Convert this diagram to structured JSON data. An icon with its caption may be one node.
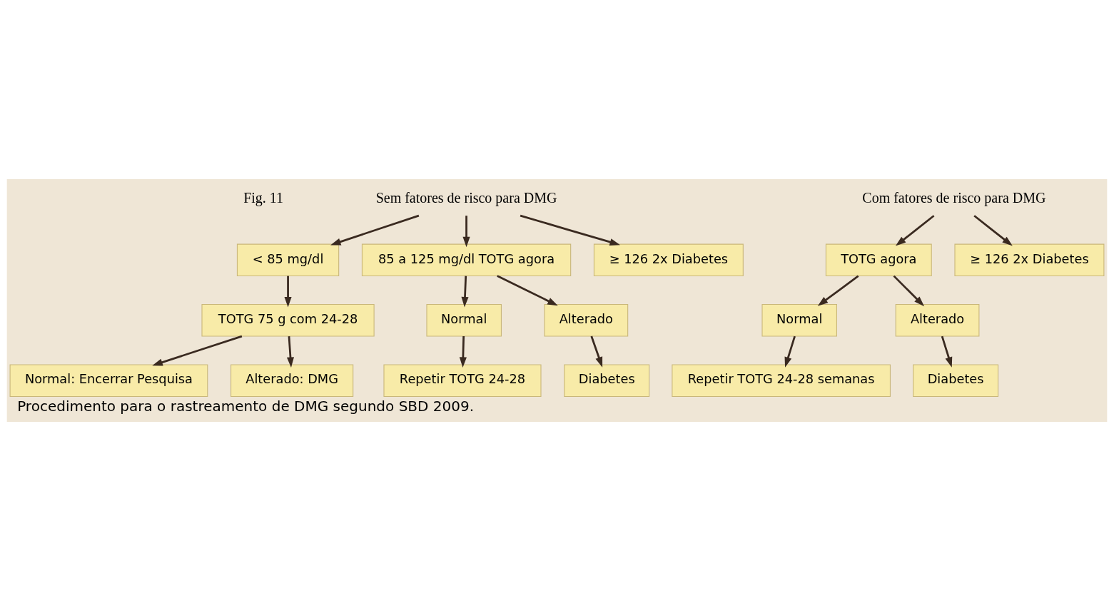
{
  "diagram": {
    "caption": "Procedimento para o rastreamento de DMG segundo SBD 2009.",
    "nodes": [
      {
        "text": [
          "Sem fatores de risco para DMG"
        ]
      },
      {
        "text": [
          "< 85 mg/dl"
        ]
      },
      {
        "text": [
          "85 a 125 mg/dl TOTG agora"
        ]
      },
      {
        "text": [
          "≥ 126 2x Diabetes"
        ]
      },
      {
        "text": [
          "TOTG 75 g com 24-28"
        ]
      },
      {
        "text": [
          "Normal"
        ]
      },
      {
        "text": [
          "Alterado"
        ]
      },
      {
        "text": [
          "Normal: Encerrar Pesquisa"
        ]
      },
      {
        "text": [
          "Alterado: DMG"
        ]
      },
      {
        "text": [
          "Repetir TOTG 24-28"
        ]
      },
      {
        "text": [
          "Diabetes"
        ]
      },
      {
        "text": [
          "Com fatores de risco para DMG"
        ]
      },
      {
        "text": [
          "TOTG agora"
        ]
      },
      {
        "text": [
          "≥ 126 2x Diabetes"
        ]
      },
      {
        "text": [
          "Normal"
        ]
      },
      {
        "text": [
          "Alterado"
        ]
      },
      {
        "text": [
          "Repetir TOTG 24-28 semanas"
        ]
      },
      {
        "text": [
          "Diabetes"
        ]
      }
    ],
    "edges": [
      {
        "from": 0,
        "to": 1,
        "arrow": "to"
      },
      {
        "from": 0,
        "to": 2,
        "arrow": "to"
      },
      {
        "from": 0,
        "to": 3,
        "arrow": "to"
      },
      {
        "from": 1,
        "to": 4,
        "arrow": "to"
      },
      {
        "from": 2,
        "to": 5,
        "arrow": "to"
      },
      {
        "from": 2,
        "to": 6,
        "arrow": "to"
      },
      {
        "from": 4,
        "to": 7,
        "arrow": "to"
      },
      {
        "from": 4,
        "to": 8,
        "arrow": "to"
      },
      {
        "from": 5,
        "to": 9,
        "arrow": "to"
      },
      {
        "from": 6,
        "to": 10,
        "arrow": "to"
      },
      {
        "from": 11,
        "to": 12,
        "arrow": "to"
      },
      {
        "from": 11,
        "to": 13,
        "arrow": "to"
      },
      {
        "from": 12,
        "to": 14,
        "arrow": "to"
      },
      {
        "from": 12,
        "to": 15,
        "arrow": "to"
      },
      {
        "from": 14,
        "to": 16,
        "arrow": "to"
      },
      {
        "from": 15,
        "to": 17,
        "arrow": "to"
      }
    ],
    "labels": [
      "Fig. 11"
    ]
  }
}
